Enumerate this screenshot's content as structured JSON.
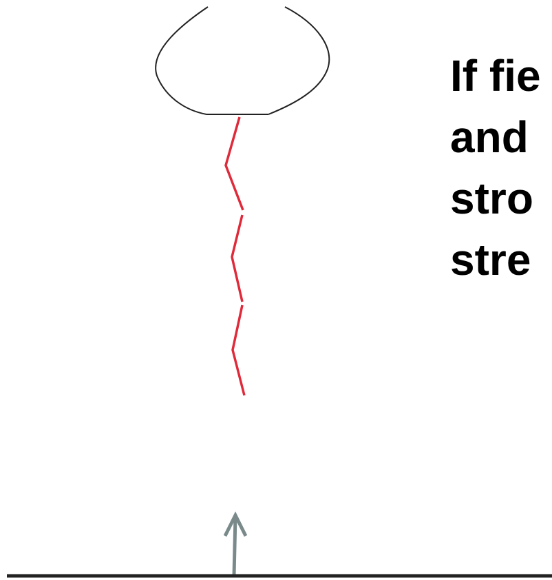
{
  "caption_lines": [
    "If fie",
    "and",
    "stro",
    "stre"
  ],
  "colors": {
    "background": "#ffffff",
    "cloud_outline": "#222222",
    "lightning": "#e02a3a",
    "upward_arrow": "#7a8a8a",
    "ground": "#222222",
    "caption_text": "#000000"
  },
  "icons": {
    "cloud": "cloud-outline-icon",
    "lightning": "lightning-leader-icon",
    "arrow": "upward-arrow-icon"
  }
}
